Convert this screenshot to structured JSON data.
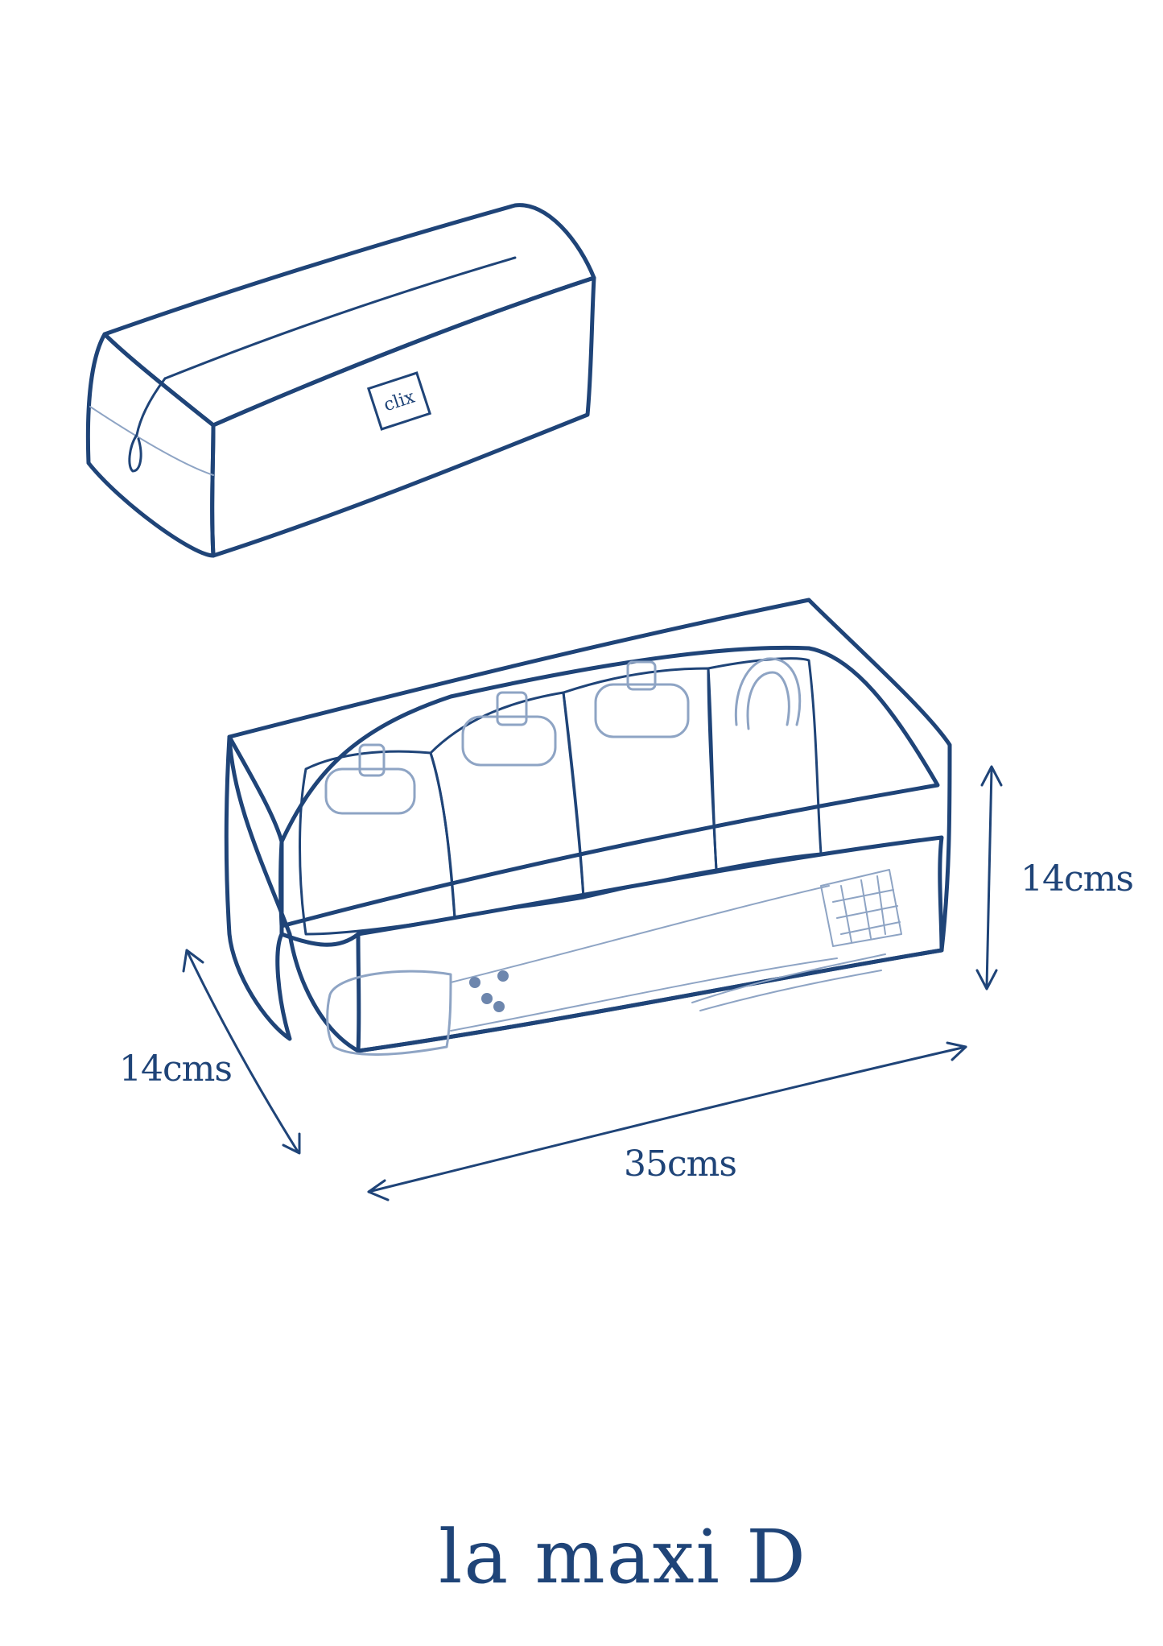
{
  "brand_tag": "clix",
  "dimensions": {
    "height": "14cms",
    "depth": "14cms",
    "width": "35cms"
  },
  "title": "la maxi D",
  "colors": {
    "ink": "#1f4478",
    "ink_light": "#8ea4c4",
    "background": "#ffffff"
  }
}
